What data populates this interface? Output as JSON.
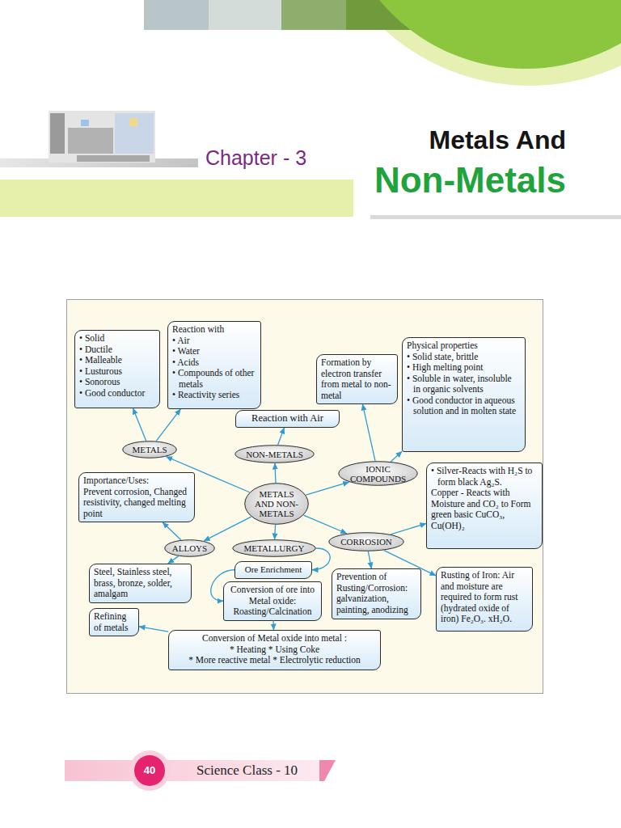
{
  "diagram": {
    "title": "Metals And Non-Metals",
    "nodes": [
      {
        "text": [
          "• Solid",
          "• Ductile",
          "• Malleable",
          "• Lusturous",
          "• Sonorous",
          "• Good conductor"
        ]
      },
      {
        "text": [
          "Reaction with",
          "• Air",
          "• Water",
          "• Acids",
          "• Compounds of other metals",
          "• Reactivity series"
        ]
      },
      {
        "text": [
          "Formation by electron transfer from metal to non-metal"
        ]
      },
      {
        "text": [
          "Physical properties",
          "• Solid state, brittle",
          "• High melting point",
          "• Soluble in water, insoluble in organic solvents",
          "• Good conductor in aqueous solution and in molten state"
        ]
      },
      {
        "text": [
          "Reaction with Air"
        ]
      },
      {
        "text": [
          "METALS"
        ]
      },
      {
        "text": [
          "NON-METALS"
        ]
      },
      {
        "text": [
          "IONIC COMPOUNDS"
        ]
      },
      {
        "text": [
          "Importance/Uses:",
          "Prevent corrosion, Changed resistivity, changed melting point"
        ]
      },
      {
        "text": [
          "METALS AND NON-METALS"
        ]
      },
      {
        "text": [
          "• Silver-Reacts with H₂S to form black Ag₂S.",
          "Copper - Reacts with Moisture and CO₂ to Form green basic CuCO₃, Cu(OH)₂"
        ]
      },
      {
        "text": [
          "ALLOYS"
        ]
      },
      {
        "text": [
          "METALLURGY"
        ]
      },
      {
        "text": [
          "CORROSION"
        ]
      },
      {
        "text": [
          "Ore Enrichment"
        ]
      },
      {
        "text": [
          "Steel, Stainless steel, brass, bronze, solder, amalgam"
        ]
      },
      {
        "text": [
          "Conversion of ore into Metal oxide: Roasting/Calcination"
        ]
      },
      {
        "text": [
          "Prevention of Rusting/Corrosion: galvanization, painting, anodizing"
        ]
      },
      {
        "text": [
          "Rusting of Iron: Air and moisture are required to form rust (hydrated oxide of iron) Fe₂O₃. xH₂O."
        ]
      },
      {
        "text": [
          "Refining of metals"
        ]
      },
      {
        "text": [
          "Conversion of Metal oxide into metal :",
          "* Heating * Using Coke",
          "* More reactive metal * Electrolytic reduction"
        ]
      }
    ],
    "edges": [
      {
        "from": 9,
        "to": 5,
        "arrow": "to"
      },
      {
        "from": 5,
        "to": 0,
        "arrow": "to"
      },
      {
        "from": 5,
        "to": 1,
        "arrow": "to"
      },
      {
        "from": 9,
        "to": 6,
        "arrow": "to"
      },
      {
        "from": 6,
        "to": 4,
        "arrow": "to"
      },
      {
        "from": 9,
        "to": 7,
        "arrow": "to"
      },
      {
        "from": 7,
        "to": 2,
        "arrow": "to"
      },
      {
        "from": 7,
        "to": 3,
        "arrow": "to"
      },
      {
        "from": 9,
        "to": 11,
        "arrow": "to"
      },
      {
        "from": 11,
        "to": 8,
        "arrow": "to"
      },
      {
        "from": 11,
        "to": 15,
        "arrow": "to"
      },
      {
        "from": 9,
        "to": 12,
        "arrow": "to"
      },
      {
        "from": 12,
        "to": 14,
        "arrow": "to"
      },
      {
        "from": 14,
        "to": 16,
        "arrow": "to"
      },
      {
        "from": 16,
        "to": 20,
        "arrow": "to"
      },
      {
        "from": 20,
        "to": 19,
        "arrow": "to"
      },
      {
        "from": 9,
        "to": 13,
        "arrow": "to"
      },
      {
        "from": 13,
        "to": 10,
        "arrow": "to"
      },
      {
        "from": 13,
        "to": 17,
        "arrow": "to"
      },
      {
        "from": 13,
        "to": 18,
        "arrow": "to"
      }
    ],
    "labels": [
      "Chapter - 3",
      "40",
      "Science Class - 10"
    ]
  }
}
